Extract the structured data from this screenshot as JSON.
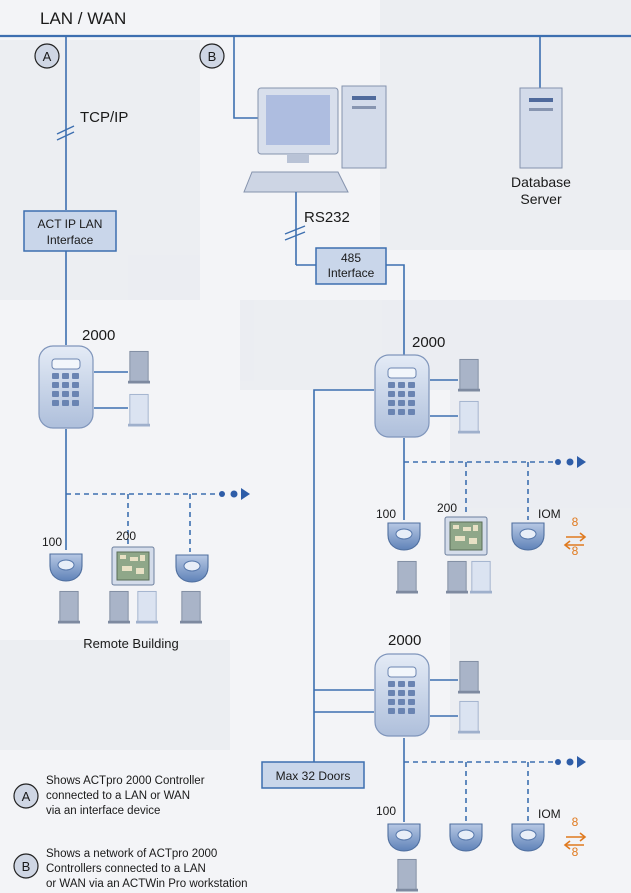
{
  "network": {
    "title": "LAN / WAN"
  },
  "markers": {
    "a": "A",
    "b": "B"
  },
  "connections": {
    "tcpip": "TCP/IP",
    "rs232": "RS232"
  },
  "devices": {
    "act_ip_lan_line1": "ACT IP LAN",
    "act_ip_lan_line2": "Interface",
    "interface485_line1": "485",
    "interface485_line2": "Interface",
    "db_server_line1": "Database",
    "db_server_line2": "Server",
    "controller_label": "2000",
    "reader_100": "100",
    "reader_200": "200",
    "iom": "IOM",
    "iom_count": "8",
    "max_doors": "Max 32 Doors"
  },
  "remote_building": "Remote Building",
  "legend": {
    "a_line1": "Shows ACTpro 2000 Controller",
    "a_line2": "connected to a LAN or WAN",
    "a_line3": "via an interface device",
    "b_line1": "Shows a network of ACTpro 2000",
    "b_line2": "Controllers connected to a LAN",
    "b_line3": "or WAN via an ACTWin Pro workstation"
  },
  "colors": {
    "line": "#3d6fb0",
    "accent": "#e07a1f",
    "device": "#c9d6ea"
  }
}
